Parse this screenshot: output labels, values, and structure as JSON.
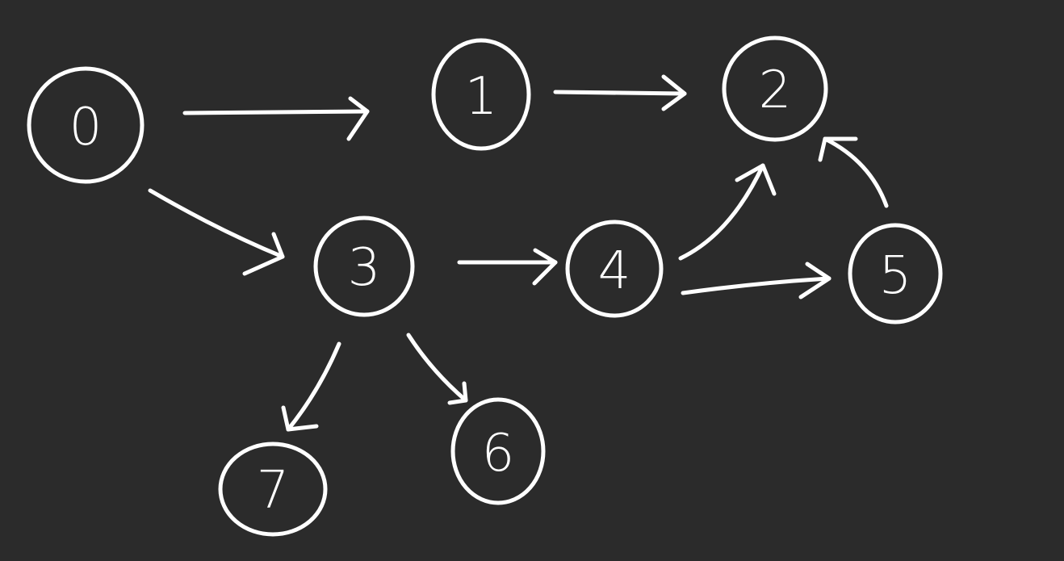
{
  "colors": {
    "background": "#2b2b2b",
    "ink": "#ffffff"
  },
  "nodes": [
    {
      "id": "0",
      "label": "0"
    },
    {
      "id": "1",
      "label": "1"
    },
    {
      "id": "2",
      "label": "2"
    },
    {
      "id": "3",
      "label": "3"
    },
    {
      "id": "4",
      "label": "4"
    },
    {
      "id": "5",
      "label": "5"
    },
    {
      "id": "6",
      "label": "6"
    },
    {
      "id": "7",
      "label": "7"
    }
  ],
  "edges": [
    {
      "from": "0",
      "to": "1"
    },
    {
      "from": "0",
      "to": "3"
    },
    {
      "from": "1",
      "to": "2"
    },
    {
      "from": "3",
      "to": "4"
    },
    {
      "from": "3",
      "to": "7"
    },
    {
      "from": "3",
      "to": "6"
    },
    {
      "from": "4",
      "to": "2"
    },
    {
      "from": "4",
      "to": "5"
    },
    {
      "from": "5",
      "to": "2"
    }
  ]
}
